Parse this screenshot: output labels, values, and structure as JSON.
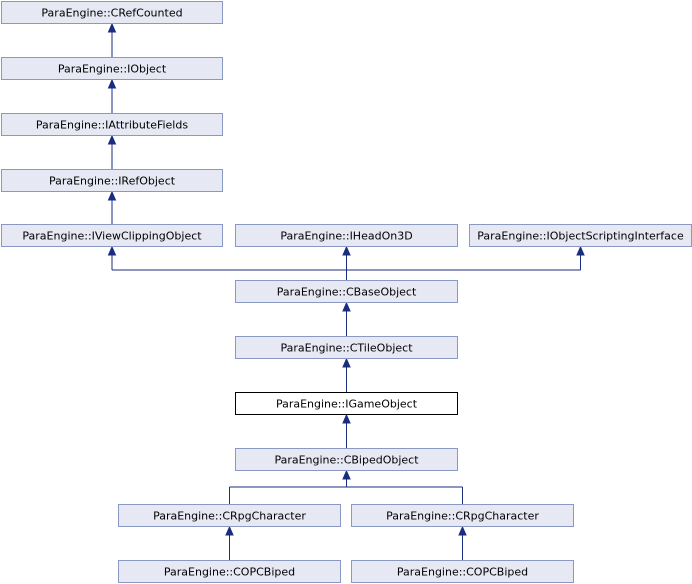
{
  "nodes": [
    {
      "id": "crefcounted",
      "label": "ParaEngine::CRefCounted"
    },
    {
      "id": "iobject",
      "label": "ParaEngine::IObject"
    },
    {
      "id": "iattributefields",
      "label": "ParaEngine::IAttributeFields"
    },
    {
      "id": "irefobject",
      "label": "ParaEngine::IRefObject"
    },
    {
      "id": "iviewclippingobject",
      "label": "ParaEngine::IViewClippingObject"
    },
    {
      "id": "iheadon3d",
      "label": "ParaEngine::IHeadOn3D"
    },
    {
      "id": "iobjectscriptinginterface",
      "label": "ParaEngine::IObjectScriptingInterface"
    },
    {
      "id": "cbaseobject",
      "label": "ParaEngine::CBaseObject"
    },
    {
      "id": "ctileobject",
      "label": "ParaEngine::CTileObject"
    },
    {
      "id": "igameobject",
      "label": "ParaEngine::IGameObject",
      "current": true
    },
    {
      "id": "cbipedobject",
      "label": "ParaEngine::CBipedObject"
    },
    {
      "id": "crpgcharacter-1",
      "label": "ParaEngine::CRpgCharacter"
    },
    {
      "id": "crpgcharacter-2",
      "label": "ParaEngine::CRpgCharacter"
    },
    {
      "id": "copcbiped-1",
      "label": "ParaEngine::COPCBiped"
    },
    {
      "id": "copcbiped-2",
      "label": "ParaEngine::COPCBiped"
    }
  ],
  "edges": [
    {
      "from": "iobject",
      "to": "crefcounted"
    },
    {
      "from": "iattributefields",
      "to": "iobject"
    },
    {
      "from": "irefobject",
      "to": "iattributefields"
    },
    {
      "from": "iviewclippingobject",
      "to": "irefobject"
    },
    {
      "from": "cbaseobject",
      "to": "iviewclippingobject"
    },
    {
      "from": "cbaseobject",
      "to": "iheadon3d"
    },
    {
      "from": "cbaseobject",
      "to": "iobjectscriptinginterface"
    },
    {
      "from": "ctileobject",
      "to": "cbaseobject"
    },
    {
      "from": "igameobject",
      "to": "ctileobject"
    },
    {
      "from": "cbipedobject",
      "to": "igameobject"
    },
    {
      "from": "crpgcharacter-1",
      "to": "cbipedobject"
    },
    {
      "from": "crpgcharacter-2",
      "to": "cbipedobject"
    },
    {
      "from": "copcbiped-1",
      "to": "crpgcharacter-1"
    },
    {
      "from": "copcbiped-2",
      "to": "crpgcharacter-2"
    }
  ]
}
